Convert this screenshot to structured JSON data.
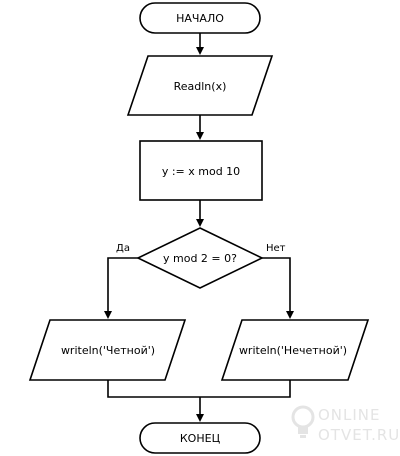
{
  "flowchart": {
    "start": "НАЧАЛО",
    "input": "Readln(x)",
    "process": "y := x mod 10",
    "decision": "y mod 2 = 0?",
    "yes_label": "Да",
    "no_label": "Нет",
    "output_even": "writeln('Четной')",
    "output_odd": "writeln('Нечетной')",
    "end": "КОНЕЦ"
  },
  "watermark": {
    "line1": "ONLINE",
    "line2": "OTVET.RU"
  }
}
